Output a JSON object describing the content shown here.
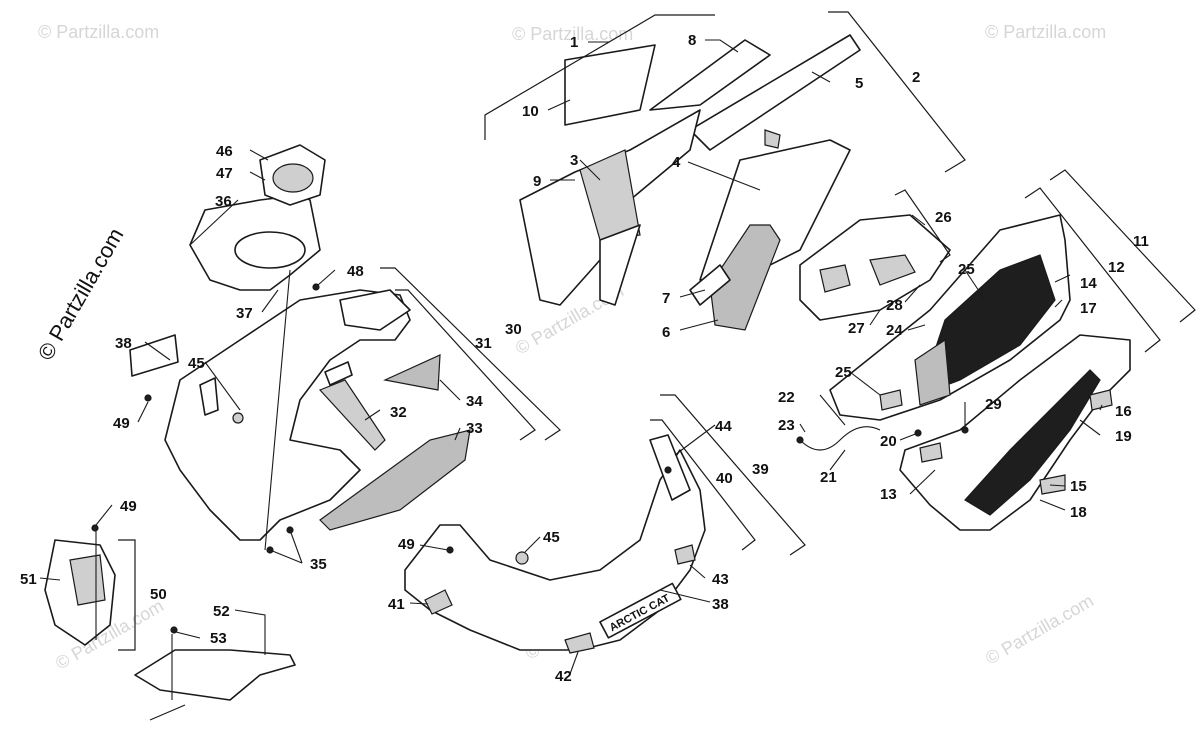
{
  "watermark": {
    "text": "© Partzilla.com",
    "side_text": "© Partzilla.com"
  },
  "decal_text": "ARCTIC CAT",
  "callouts": [
    {
      "id": "1",
      "label": "1"
    },
    {
      "id": "2",
      "label": "2"
    },
    {
      "id": "3",
      "label": "3"
    },
    {
      "id": "4",
      "label": "4"
    },
    {
      "id": "5",
      "label": "5"
    },
    {
      "id": "6",
      "label": "6"
    },
    {
      "id": "7",
      "label": "7"
    },
    {
      "id": "8",
      "label": "8"
    },
    {
      "id": "9",
      "label": "9"
    },
    {
      "id": "10",
      "label": "10"
    },
    {
      "id": "11",
      "label": "11"
    },
    {
      "id": "12",
      "label": "12"
    },
    {
      "id": "13",
      "label": "13"
    },
    {
      "id": "14",
      "label": "14"
    },
    {
      "id": "15",
      "label": "15"
    },
    {
      "id": "16",
      "label": "16"
    },
    {
      "id": "17",
      "label": "17"
    },
    {
      "id": "18",
      "label": "18"
    },
    {
      "id": "19",
      "label": "19"
    },
    {
      "id": "20",
      "label": "20"
    },
    {
      "id": "21",
      "label": "21"
    },
    {
      "id": "22",
      "label": "22"
    },
    {
      "id": "23",
      "label": "23"
    },
    {
      "id": "24",
      "label": "24"
    },
    {
      "id": "25a",
      "label": "25"
    },
    {
      "id": "25b",
      "label": "25"
    },
    {
      "id": "26",
      "label": "26"
    },
    {
      "id": "27",
      "label": "27"
    },
    {
      "id": "28",
      "label": "28"
    },
    {
      "id": "29",
      "label": "29"
    },
    {
      "id": "30",
      "label": "30"
    },
    {
      "id": "31",
      "label": "31"
    },
    {
      "id": "32",
      "label": "32"
    },
    {
      "id": "33",
      "label": "33"
    },
    {
      "id": "34",
      "label": "34"
    },
    {
      "id": "35",
      "label": "35"
    },
    {
      "id": "36",
      "label": "36"
    },
    {
      "id": "37",
      "label": "37"
    },
    {
      "id": "38a",
      "label": "38"
    },
    {
      "id": "38b",
      "label": "38"
    },
    {
      "id": "39",
      "label": "39"
    },
    {
      "id": "40",
      "label": "40"
    },
    {
      "id": "41",
      "label": "41"
    },
    {
      "id": "42",
      "label": "42"
    },
    {
      "id": "43",
      "label": "43"
    },
    {
      "id": "44",
      "label": "44"
    },
    {
      "id": "45a",
      "label": "45"
    },
    {
      "id": "45b",
      "label": "45"
    },
    {
      "id": "46",
      "label": "46"
    },
    {
      "id": "47",
      "label": "47"
    },
    {
      "id": "48",
      "label": "48"
    },
    {
      "id": "49a",
      "label": "49"
    },
    {
      "id": "49b",
      "label": "49"
    },
    {
      "id": "49c",
      "label": "49"
    },
    {
      "id": "50",
      "label": "50"
    },
    {
      "id": "51",
      "label": "51"
    },
    {
      "id": "52",
      "label": "52"
    },
    {
      "id": "53",
      "label": "53"
    }
  ]
}
